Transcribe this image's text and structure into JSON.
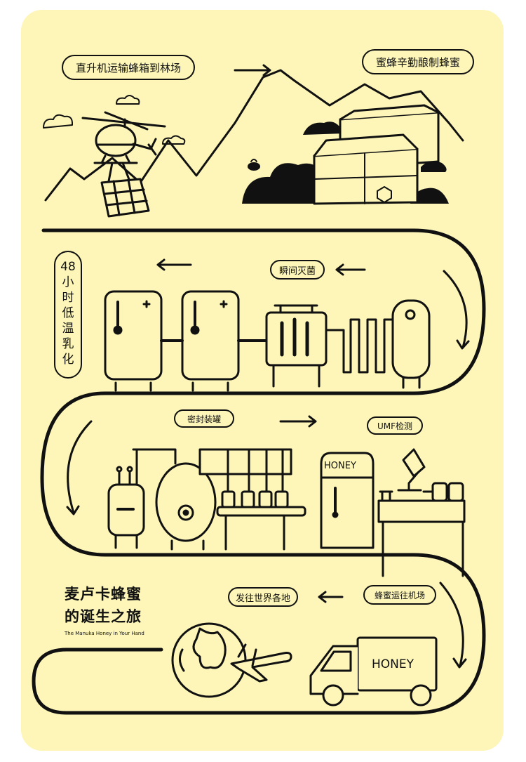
{
  "steps": {
    "helicopter": "直升机运输蜂箱到林场",
    "bees_make": "蜜蜂辛勤酿制蜂蜜",
    "sterilize": "瞬间灭菌",
    "emulsify_vertical": [
      "48",
      "小",
      "时",
      "低",
      "温",
      "乳",
      "化"
    ],
    "seal": "密封装罐",
    "umf": "UMF检测",
    "ship_airport": "蜂蜜运往机场",
    "ship_world": "发往世界各地"
  },
  "title": {
    "line1": "麦卢卡蜂蜜",
    "line2": "的诞生之旅",
    "subtitle": "The Manuka Honey in Your Hand"
  },
  "labels": {
    "fridge_honey": "HONEY",
    "truck_honey": "HONEY"
  },
  "colors": {
    "background": "#fdf6b8",
    "ink": "#111111"
  },
  "icons": [
    "helicopter-icon",
    "cloud-icon",
    "mountain-icon",
    "beehive-icon",
    "bee-icon",
    "fridge-icon",
    "sterilizer-icon",
    "tank-icon",
    "conveyor-icon",
    "microscope-icon",
    "globe-icon",
    "airplane-icon",
    "truck-icon",
    "arrow-icon"
  ]
}
